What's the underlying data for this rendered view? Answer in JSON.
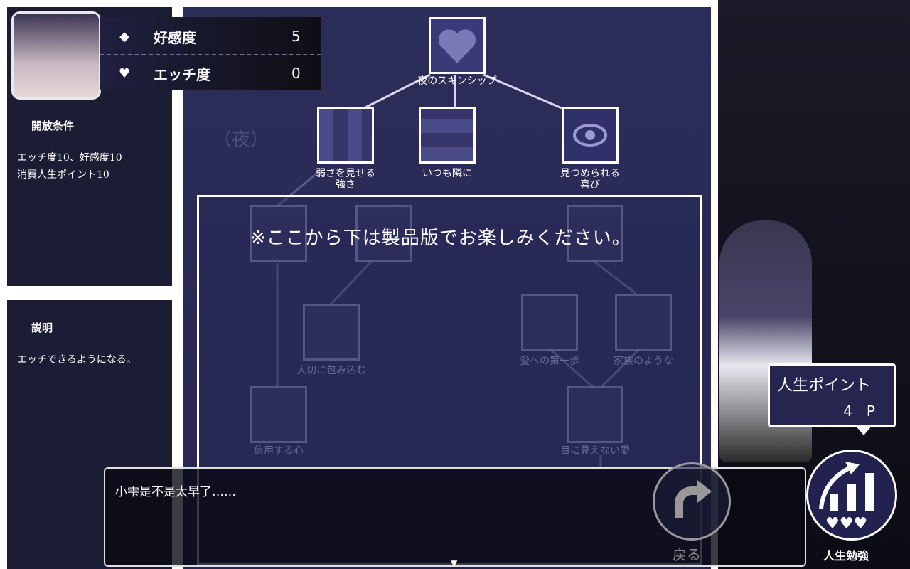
{
  "stats": {
    "affection": {
      "icon": "diamond-icon",
      "label": "好感度",
      "value": "5"
    },
    "lewd": {
      "icon": "heart-icon",
      "label": "エッチ度",
      "value": "0"
    }
  },
  "conditions": {
    "title": "開放条件",
    "lines": [
      "エッチ度10、好感度10",
      "消費人生ポイント10"
    ]
  },
  "description": {
    "title": "説明",
    "text": "エッチできるようになる。"
  },
  "tree": {
    "time_label": "（夜）",
    "nodes": [
      {
        "label": "夜のスキンシップ",
        "icon": "heart-icon"
      },
      {
        "label": "弱さを見せる\n強さ",
        "icon": "mosaic-icon"
      },
      {
        "label": "いつも隣に",
        "icon": "mosaic-icon"
      },
      {
        "label": "見つめられる\n喜び",
        "icon": "eye-icon"
      }
    ],
    "locked_nodes": [
      "大切に包み込む",
      "愛への第一歩",
      "家族のような",
      "目に見えない愛",
      "信用する心"
    ],
    "locked_message": "※ここから下は製品版でお楽しみください。"
  },
  "dialog": {
    "text": "小雫是不是太早了……",
    "next_icon": "triangle-down-icon"
  },
  "back": {
    "label": "戻る"
  },
  "life_points": {
    "title": "人生ポイント",
    "value": "4　P"
  },
  "study": {
    "label": "人生勉強"
  }
}
